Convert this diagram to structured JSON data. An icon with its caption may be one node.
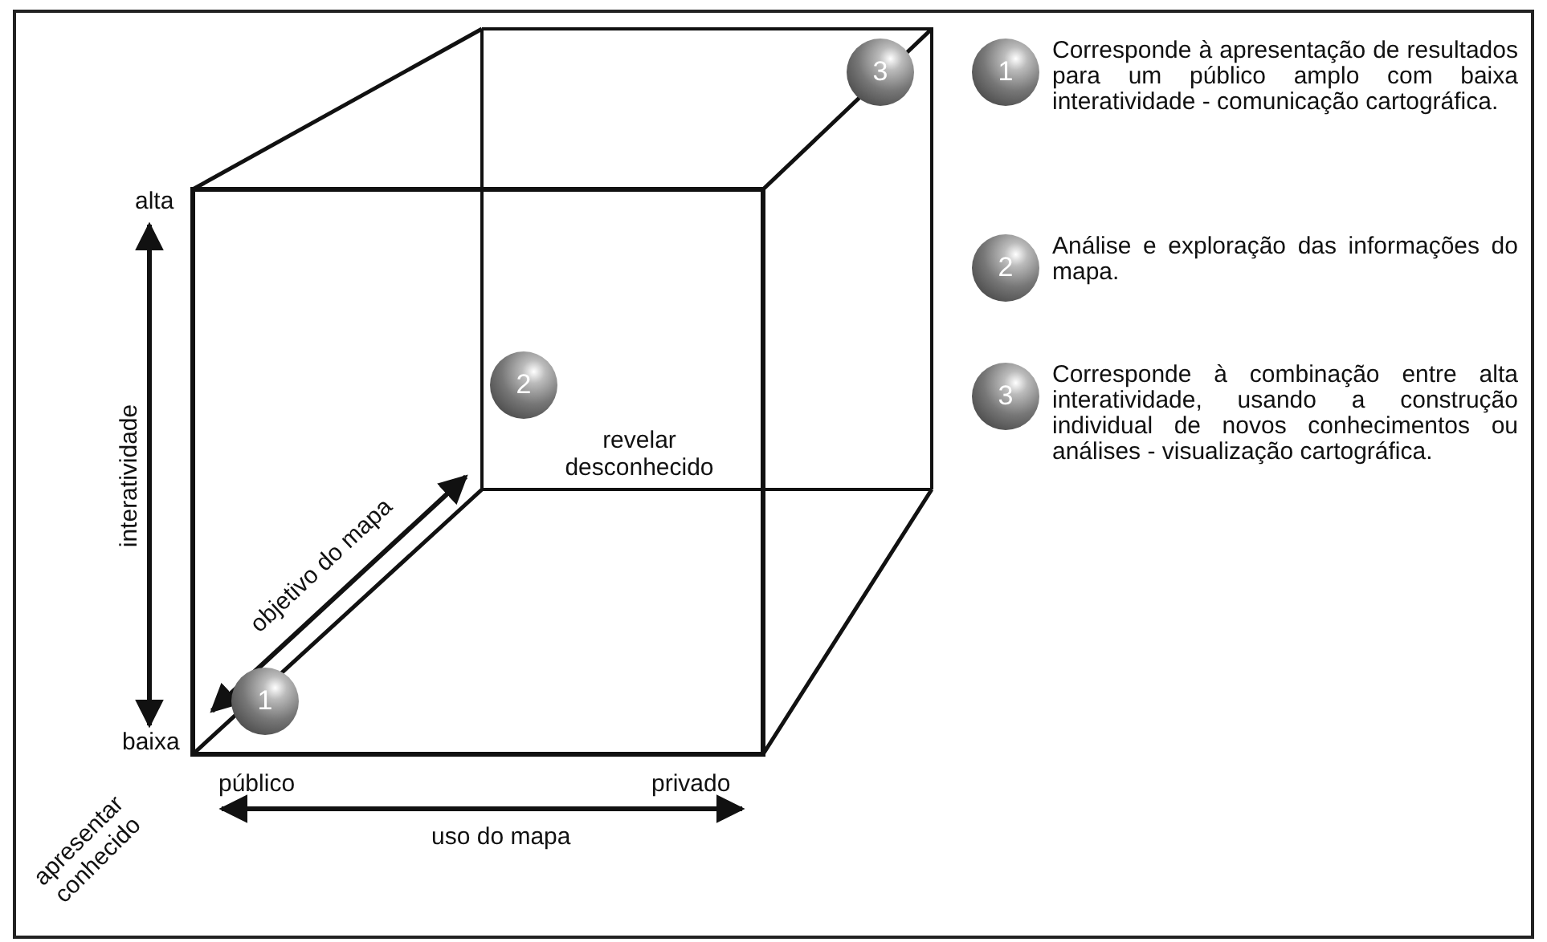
{
  "diagram": {
    "nodes": [
      {
        "text": [
          "1"
        ]
      },
      {
        "text": [
          "2"
        ]
      },
      {
        "text": [
          "3"
        ]
      },
      {
        "text": [
          "1"
        ],
        "beside": [
          "Corresponde à apresentação de resultados para um público amplo com baixa interatividade - comunicação cartográfica."
        ]
      },
      {
        "text": [
          "2"
        ],
        "beside": [
          "Análise e exploração das informações do mapa."
        ]
      },
      {
        "text": [
          "3"
        ],
        "beside": [
          "Corresponde à combinação entre alta interatividade, usando a construção individual de novos conhecimentos ou análises - visualização cartográfica."
        ]
      }
    ],
    "labels": [
      "alta",
      "interatividade",
      "baixa",
      "objetivo do mapa",
      "revelar desconhecido",
      "público",
      "privado",
      "uso do mapa",
      "apresentar conhecido"
    ]
  }
}
